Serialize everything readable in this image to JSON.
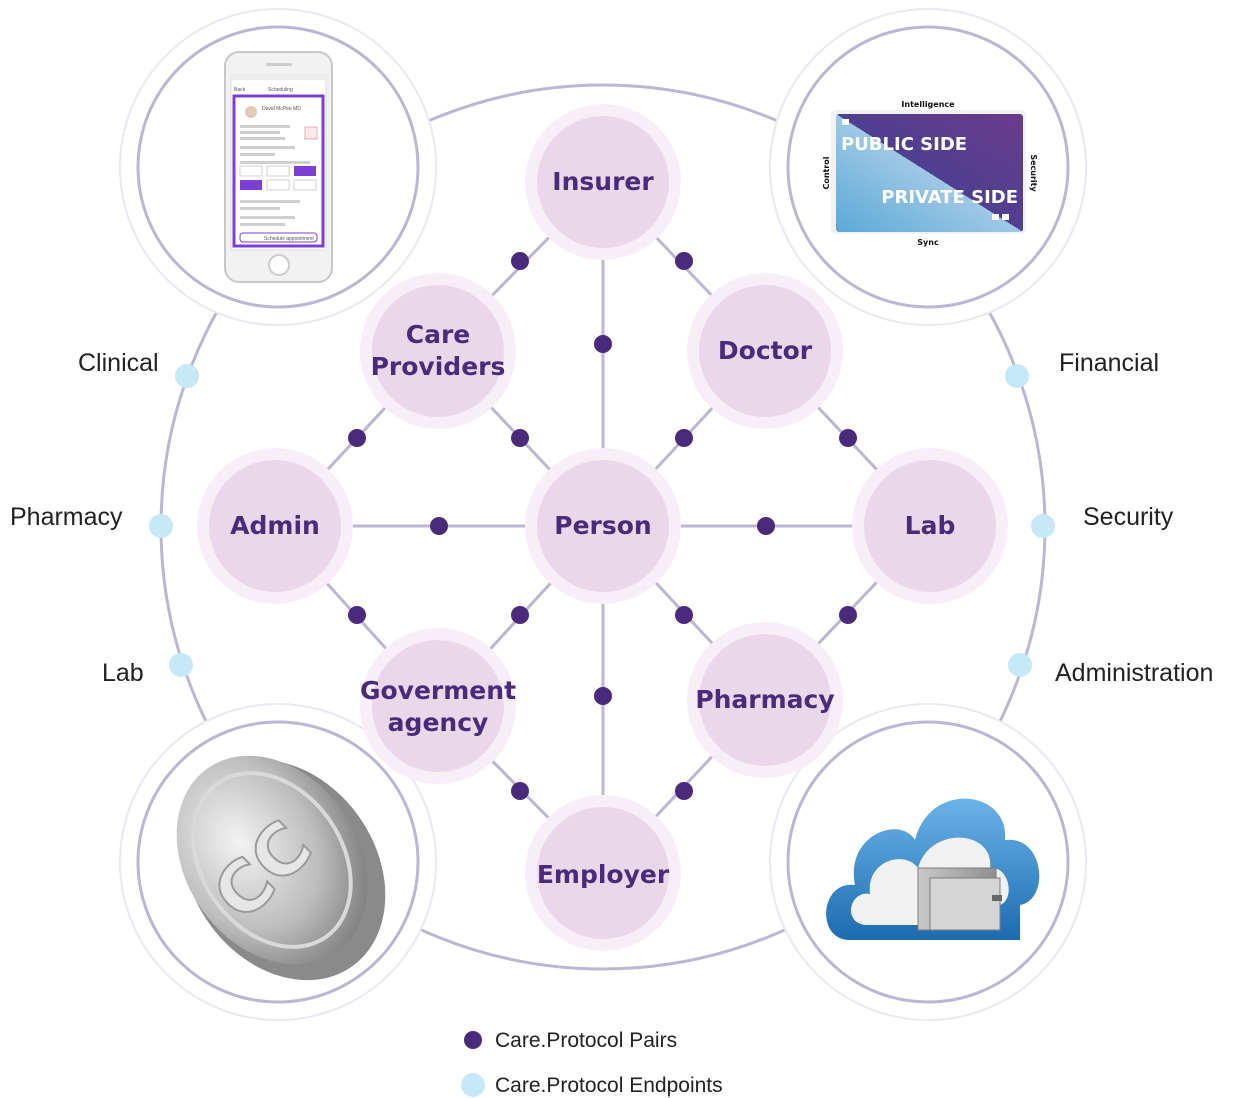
{
  "nodes": {
    "insurer": "Insurer",
    "care_providers_l1": "Care",
    "care_providers_l2": "Providers",
    "doctor": "Doctor",
    "admin": "Admin",
    "person": "Person",
    "lab": "Lab",
    "gov_l1": "Goverment",
    "gov_l2": "agency",
    "pharmacy": "Pharmacy",
    "employer": "Employer"
  },
  "endpoints_left": {
    "clinical": "Clinical",
    "pharmacy": "Pharmacy",
    "lab": "Lab"
  },
  "endpoints_right": {
    "financial": "Financial",
    "security": "Security",
    "administration": "Administration"
  },
  "card": {
    "top": "Intelligence",
    "left": "Control",
    "right": "Security",
    "bottom": "Sync",
    "public": "PUBLIC SIDE",
    "private": "PRIVATE SIDE"
  },
  "phone": {
    "back": "Back",
    "title": "Scheduling",
    "name": "David McPee MD",
    "button": "Schedule appointment"
  },
  "legend": {
    "pairs": "Care.Protocol Pairs",
    "endpoints": "Care.Protocol Endpoints"
  },
  "colors": {
    "pair_dot": "#4b2a7b",
    "endpoint_dot": "#c6e8f7",
    "node_fill": "#ead8ea",
    "node_halo": "#f7eef7",
    "ring": "#bdb5d3"
  }
}
